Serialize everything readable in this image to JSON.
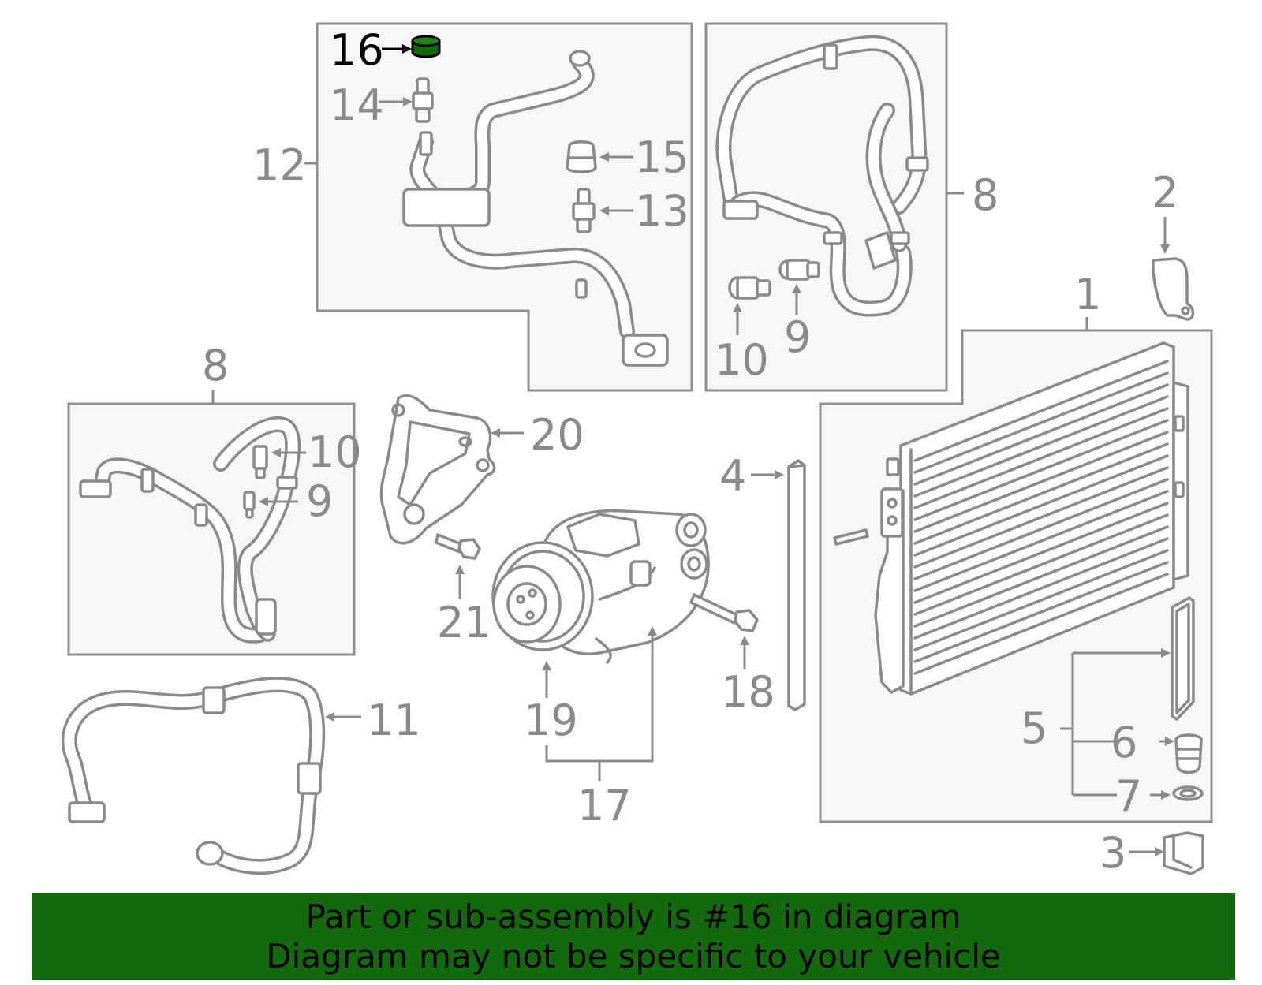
{
  "diagram": {
    "highlight_color": "#136a0c",
    "callouts": {
      "c1": "1",
      "c2": "2",
      "c3": "3",
      "c4": "4",
      "c5": "5",
      "c6": "6",
      "c7": "7",
      "c8a": "8",
      "c8b": "8",
      "c9a": "9",
      "c9b": "9",
      "c10a": "10",
      "c10b": "10",
      "c11": "11",
      "c12": "12",
      "c13": "13",
      "c14": "14",
      "c15": "15",
      "c16": "16",
      "c17": "17",
      "c18": "18",
      "c19": "19",
      "c20": "20",
      "c21": "21"
    }
  },
  "banner": {
    "line1": "Part or sub-assembly is #16 in diagram",
    "line2": "Diagram may not be specific to your vehicle",
    "background": "#136a0c"
  }
}
